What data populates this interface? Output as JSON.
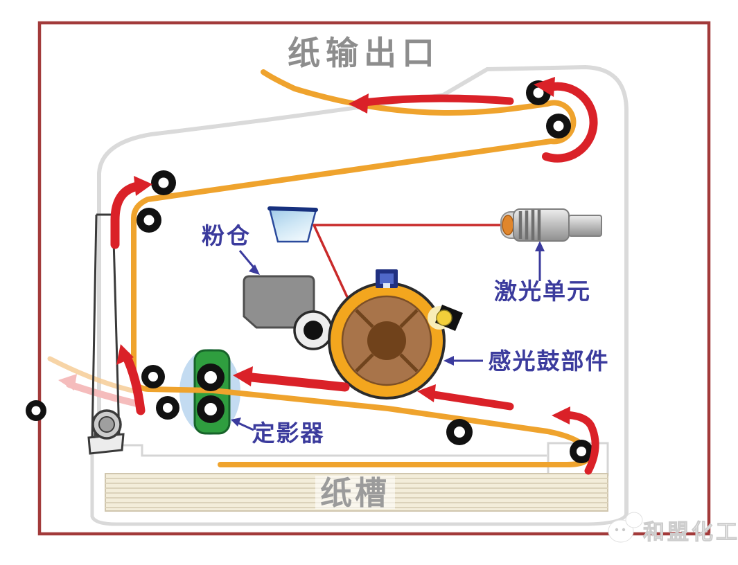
{
  "diagram": {
    "title": "纸输出口",
    "component_labels": {
      "toner_hopper": "粉仓",
      "laser_unit": "激光单元",
      "drum_unit": "感光鼓部件",
      "fuser": "定影器",
      "paper_tray": "纸槽"
    },
    "watermark": "和盟化工",
    "colors": {
      "border": "#a23a3a",
      "paper_path": "#efa32d",
      "paper_path_faded": "#f5c990",
      "arrow_red": "#da2128",
      "arrow_pink": "#f5bcbc",
      "laser_beam": "#c92a2a",
      "label_blue": "#3b3b9d",
      "title_gray": "#8d8d8d",
      "tray_text_gray": "#9b9b9b",
      "fuser_green": "#2f9e3f",
      "drum_ring_orange": "#f3a61e",
      "drum_inner_brown": "#a8744a",
      "body_outline_gray": "#dadada"
    }
  }
}
